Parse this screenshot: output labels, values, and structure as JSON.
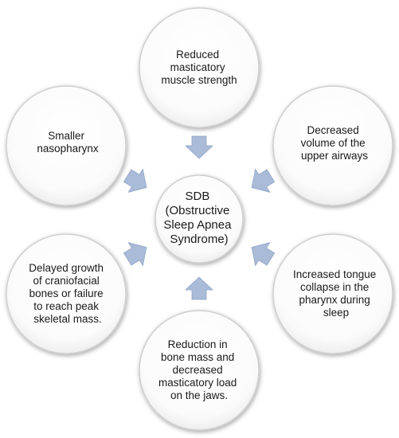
{
  "diagram": {
    "center": {
      "lines": [
        "SDB",
        "(Obstructive",
        "Sleep Apnea",
        "Syndrome)"
      ]
    },
    "nodes": [
      {
        "id": "top",
        "lines": [
          "Reduced",
          "masticatory",
          "muscle strength"
        ]
      },
      {
        "id": "upper-right",
        "lines": [
          "Decreased",
          "volume of the",
          "upper airways"
        ]
      },
      {
        "id": "lower-right",
        "lines": [
          "Increased tongue",
          "collapse in the",
          "pharynx during",
          "sleep"
        ]
      },
      {
        "id": "bottom",
        "lines": [
          "Reduction in",
          "bone mass and",
          "decreased",
          "masticatory load",
          "on the jaws."
        ]
      },
      {
        "id": "lower-left",
        "lines": [
          "Delayed growth",
          "of craniofacial",
          "bones or failure",
          "to reach peak",
          "skeletal mass."
        ]
      },
      {
        "id": "upper-left",
        "lines": [
          "Smaller",
          "nasopharynx"
        ]
      }
    ],
    "colors": {
      "circle_fill": "#ffffff",
      "circle_stroke": "#cfcfcf",
      "arrow_fill": "#aabbd8",
      "arrow_stroke": "#8ea3c7",
      "text": "#1a1a1a"
    }
  }
}
